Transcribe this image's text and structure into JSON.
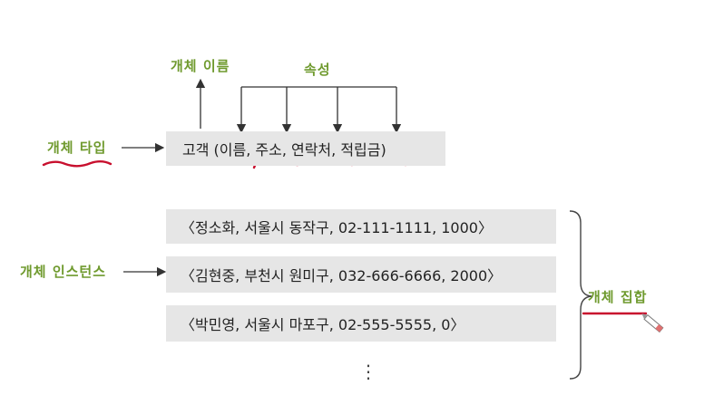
{
  "labels": {
    "entity_name": "개체 이름",
    "attribute": "속성",
    "entity_type": "개체 타입",
    "entity_instance": "개체 인스턴스",
    "entity_set": "개체 집합"
  },
  "entity_type_box": "고객 (이름, 주소, 연락처, 적립금)",
  "instances": [
    "〈정소화, 서울시 동작구, 02-111-1111, 1000〉",
    "〈김현중, 부천시 원미구, 032-666-6666, 2000〉",
    "〈박민영, 서울시 마포구, 02-555-5555, 0〉"
  ],
  "more": "⋮",
  "colors": {
    "annotation_green": "#6f9a2e",
    "marker_red": "#c8102e",
    "box_gray": "#e6e6e6"
  }
}
